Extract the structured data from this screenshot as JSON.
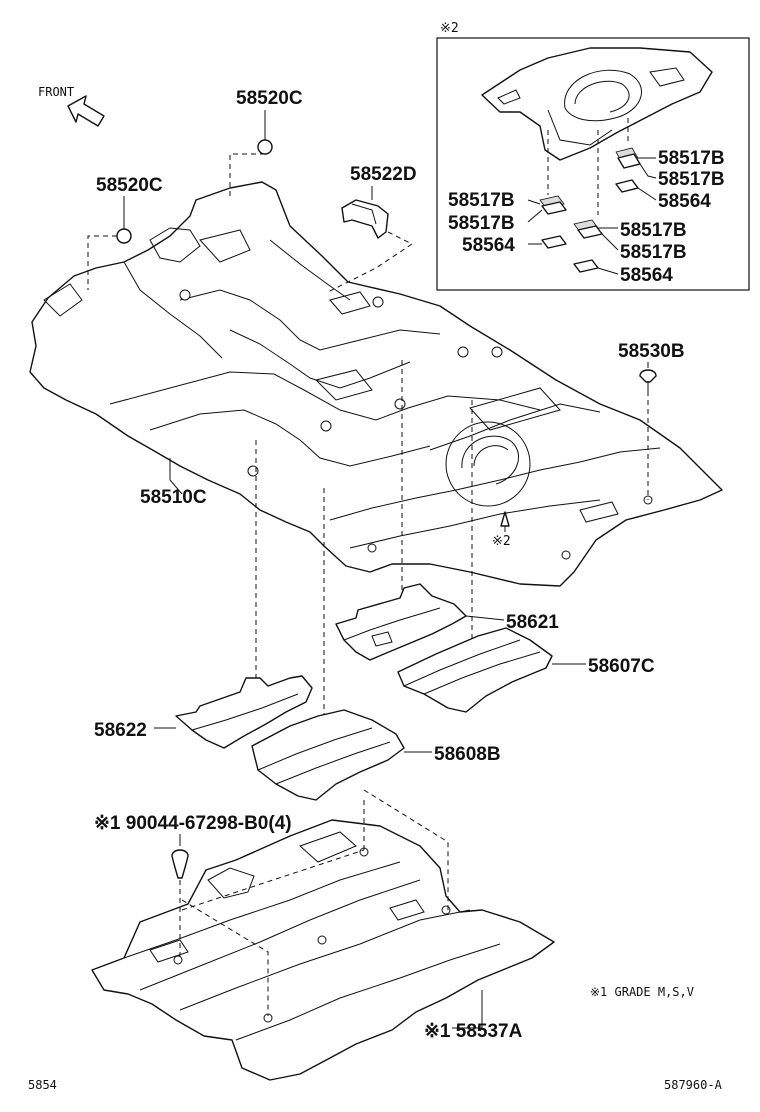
{
  "front_label": "FRONT",
  "inset": {
    "ref_mark": "※2"
  },
  "callout_mark": "※2",
  "parts": {
    "p58520C_top": "58520C",
    "p58520C_left": "58520C",
    "p58522D": "58522D",
    "p58530B": "58530B",
    "p58510C": "58510C",
    "p58621": "58621",
    "p58607C": "58607C",
    "p58622": "58622",
    "p58608B": "58608B",
    "p58537A": "※1 58537A",
    "p90044": "※1 90044-67298-B0(4)",
    "inset_58517B_r1": "58517B",
    "inset_58517B_r2": "58517B",
    "inset_58564_r1": "58564",
    "inset_58517B_l1": "58517B",
    "inset_58517B_l2": "58517B",
    "inset_58564_l": "58564",
    "inset_58517B_r3": "58517B",
    "inset_58517B_r4": "58517B",
    "inset_58564_r2": "58564"
  },
  "notes": {
    "grade_note": "※1 GRADE M,S,V",
    "page_code_left": "5854",
    "page_code_right": "587960-A"
  }
}
